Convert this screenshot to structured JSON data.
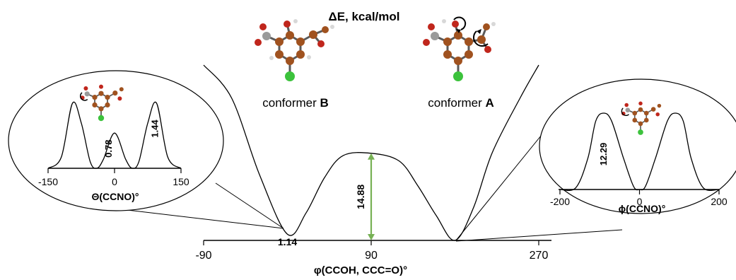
{
  "title": "ΔE,  kcal/mol",
  "colors": {
    "barrier_arrow": "#77b155",
    "carbon": "#a0521f",
    "oxygen": "#c0261c",
    "nitrogen": "#9a9a9a",
    "hydrogen": "#d8d8d8",
    "chlorine": "#3cc23c"
  },
  "labels": {
    "conformer_b_text": "conformer ",
    "conformer_b_letter": "B",
    "conformer_a_text": "conformer ",
    "conformer_a_letter": "A"
  },
  "chart_data": [
    {
      "id": "main",
      "type": "line",
      "xlabel": "φ(CCOH, CCC=O)°",
      "xticks": [
        -90,
        90,
        270
      ],
      "xlim": [
        -90,
        270
      ],
      "curve": {
        "x": [
          -90,
          -60,
          -30,
          0,
          20,
          40,
          60,
          90,
          120,
          140,
          160,
          180,
          200,
          220,
          250,
          270
        ],
        "y": [
          32,
          26,
          12,
          1.14,
          5,
          11.5,
          15.5,
          15.9,
          14.5,
          10,
          4.5,
          0,
          6,
          16,
          26,
          32
        ]
      },
      "annotations": [
        {
          "label": "1.14",
          "x": 0,
          "y": 1.14
        },
        {
          "label": "14.88",
          "x": 90,
          "y_from": 0,
          "y_to": 15.9
        }
      ]
    },
    {
      "id": "inset_theta",
      "type": "line",
      "xlabel": "Θ(CCNO)°",
      "xticks": [
        -150,
        0,
        150
      ],
      "xlim": [
        -150,
        150
      ],
      "curve": {
        "x": [
          -150,
          -120,
          -95,
          -75,
          -55,
          -40,
          -25,
          0,
          25,
          40,
          55,
          75,
          95,
          120,
          150
        ],
        "y": [
          0,
          0.25,
          1.44,
          1.0,
          0.15,
          0,
          0.2,
          0.78,
          0.2,
          0,
          0.15,
          1.0,
          1.44,
          0.25,
          0
        ]
      },
      "annotations": [
        {
          "label": "0.78",
          "x": 0,
          "y": 0.78
        },
        {
          "label": "1.44",
          "x": 90,
          "y": 1.44
        }
      ]
    },
    {
      "id": "inset_phi",
      "type": "line",
      "xlabel": "ϕ(CCNO)°",
      "xticks": [
        -200,
        0,
        200
      ],
      "xlim": [
        -200,
        200
      ],
      "curve": {
        "x": [
          -200,
          -160,
          -130,
          -110,
          -90,
          -70,
          -40,
          -15,
          0,
          15,
          40,
          70,
          90,
          110,
          130,
          160,
          200
        ],
        "y": [
          0,
          0.3,
          5,
          11,
          12.29,
          11,
          5,
          0.5,
          0,
          0.5,
          5,
          11,
          12.29,
          11,
          5,
          0.3,
          0
        ]
      },
      "annotations": [
        {
          "label": "12.29",
          "x": -90,
          "y": 12.29
        }
      ]
    }
  ]
}
